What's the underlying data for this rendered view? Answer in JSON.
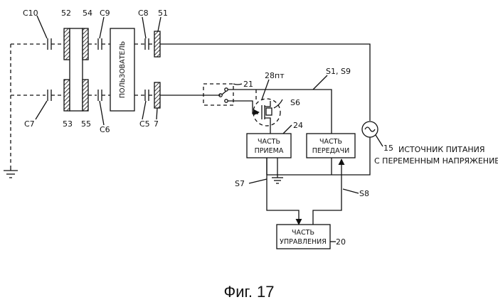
{
  "figure": {
    "caption": "Фиг. 17",
    "user_box_label": "ПОЛЬЗОВАТЕЛЬ",
    "receive_label": [
      "ЧАСТЬ",
      "ПРИЕМА"
    ],
    "transmit_label": [
      "ЧАСТЬ",
      "ПЕРЕДАЧИ"
    ],
    "control_label": [
      "ЧАСТЬ",
      "УПРАВЛЕНИЯ"
    ],
    "source_label": [
      "ИСТОЧНИК ПИТАНИЯ",
      "С ПЕРЕМЕННЫМ НАПРЯЖЕНИЕМ"
    ],
    "refs": {
      "c10": "C10",
      "e52": "52",
      "e54": "54",
      "c9": "C9",
      "c8": "C8",
      "e51": "51",
      "c7": "C7",
      "e53": "53",
      "e55": "55",
      "c6": "C6",
      "c5": "C5",
      "e7": "7",
      "sw21": "21",
      "t28": "28пт",
      "s1s9": "S1, S9",
      "s6": "S6",
      "r24": "24",
      "r15": "15",
      "s7": "S7",
      "s8": "S8",
      "r20": "20"
    }
  }
}
